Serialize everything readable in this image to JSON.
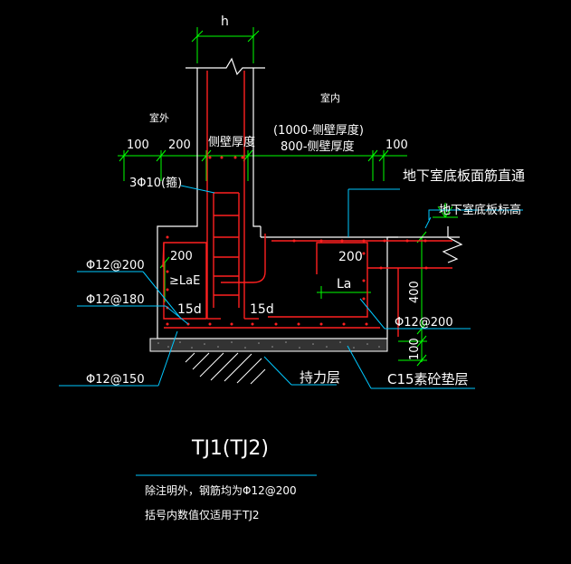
{
  "labels": {
    "h": "h",
    "outside": "室外",
    "inside": "室内",
    "wall_thickness": "侧壁厚度",
    "inside_formula_1": "(1000-侧壁厚度)",
    "inside_formula_2": "800-侧壁厚度",
    "dim_100_left": "100",
    "dim_200_left": "200",
    "dim_100_right": "100",
    "rebar_3phi10": "3Φ10(箍)",
    "basement_rebar_through": "地下室底板面筋直通",
    "basement_elevation": "地下室底板标高",
    "phi12_200_left": "Φ12@200",
    "phi12_180": "Φ12@180",
    "phi12_150": "Φ12@150",
    "phi12_200_right": "Φ12@200",
    "dim_200_inner_left": "200",
    "lae": "≥LaE",
    "d15_left": "15d",
    "d15_right": "15d",
    "dim_200_inner_right": "200",
    "la": "La",
    "dim_400": "400",
    "dim_100_bottom": "100",
    "bearing_layer": "持力层",
    "c15_cushion": "C15素砼垫层",
    "title": "TJ1(TJ2)",
    "note_1": "除注明外，钢筋均为Φ12@200",
    "note_2": "括号内数值仅适用于TJ2"
  },
  "colors": {
    "background": "#000000",
    "concrete_outline": "#ffffff",
    "rebar": "#ff2020",
    "dimension": "#00ff00",
    "leader": "#00c8ff",
    "text_white": "#ffffff",
    "text_yellow": "#ffff00"
  }
}
